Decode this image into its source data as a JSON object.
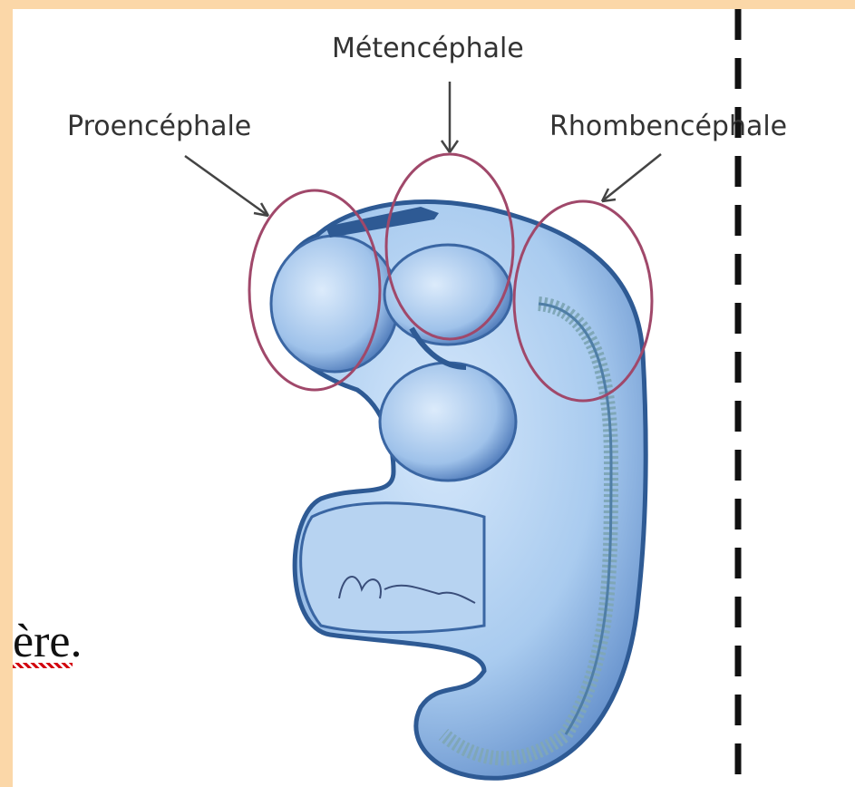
{
  "labels": {
    "metencephale": "Métencéphale",
    "proencephale": "Proencéphale",
    "rhombencephale": "Rhombencéphale"
  },
  "text_fragment": "ère.",
  "colors": {
    "frame": "#fbd7a8",
    "embryo": "#a9cbef",
    "embryo_dark": "#2e5a94",
    "circle": "#a0486a",
    "spine": "#7fa7b8",
    "dashed_line": "#111111"
  }
}
